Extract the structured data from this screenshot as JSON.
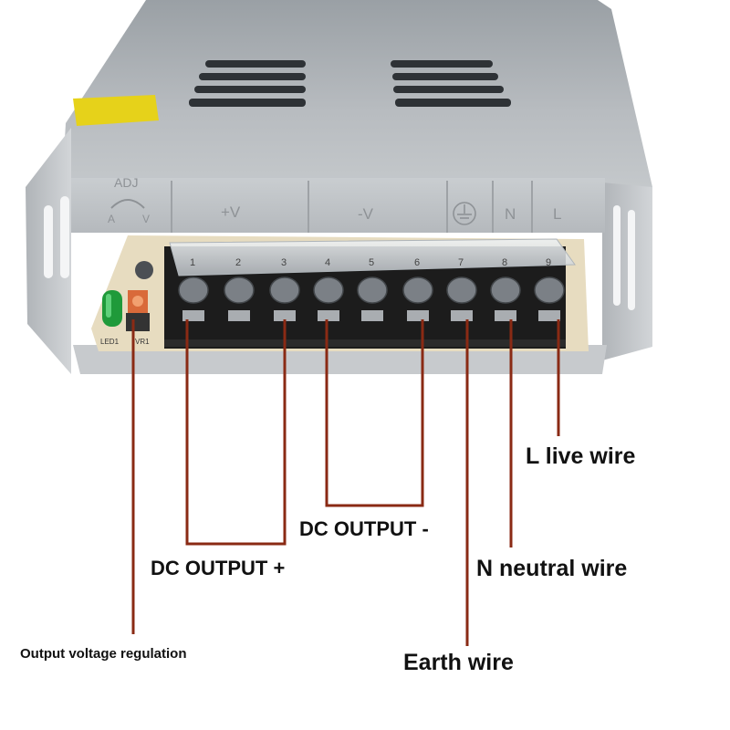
{
  "device": {
    "adj_label": "ADJ",
    "adj_a": "A",
    "adj_v": "V",
    "section_plus": "+V",
    "section_minus": "-V",
    "section_n": "N",
    "section_l": "L",
    "terminal_numbers": [
      "1",
      "2",
      "3",
      "4",
      "5",
      "6",
      "7",
      "8",
      "9"
    ],
    "led_label": "LED1",
    "vr_label": "VR1"
  },
  "callouts": {
    "dc_output_plus": "DC OUTPUT +",
    "dc_output_minus": "DC OUTPUT -",
    "live_wire": "L live wire",
    "neutral_wire": "N neutral wire",
    "earth_wire": "Earth wire",
    "voltage_regulation": "Output voltage regulation"
  },
  "colors": {
    "leader_line": "#8a2a14",
    "housing": "#b9bdc1",
    "terminal_block": "#1c1c1c",
    "cover": "#d8dde0"
  }
}
